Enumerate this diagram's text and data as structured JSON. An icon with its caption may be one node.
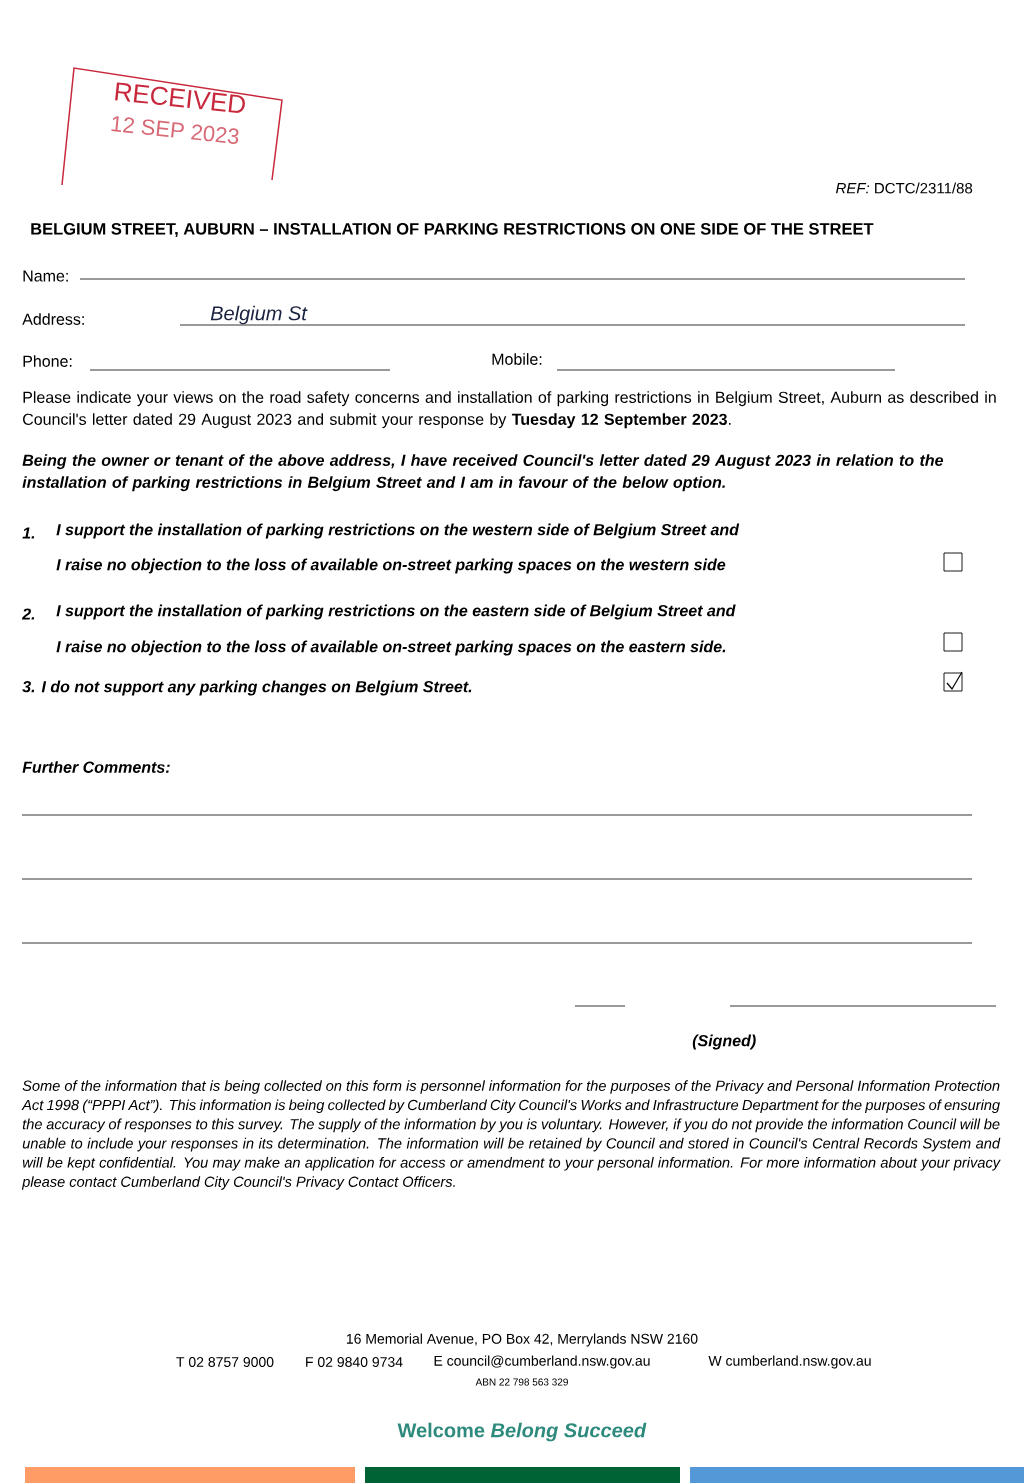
{
  "diagram": {
    "title": "BELGIUM STREET, AUBURN – INSTALLATION OF PARKING RESTRICTIONS ON ONE SIDE OF THE STREET",
    "labels": [
      "RECEIVED",
      "12 SEP 2023",
      "*REF:* DCTC/2311/88",
      "Name:",
      "Address:",
      "Belgium St",
      "Phone:",
      "Mobile:",
      "Please indicate your views on the road safety concerns and installation of parking restrictions in Belgium Street, Auburn as described in Council's letter dated 29 August 2023 and submit your response by **Tuesday 12 September 2023**.",
      "Being the owner or tenant of the above address, I have received Council's letter dated 29 August 2023 in relation to the installation of parking restrictions in Belgium Street and I am in favour of the below option.",
      "1.",
      "I support the installation of parking restrictions on the western side of Belgium Street and",
      "I raise no objection to the loss of available on-street parking spaces on the western side",
      "2.",
      "I support the installation of parking restrictions on the eastern side of Belgium Street and",
      "I raise no objection to the loss of available on-street parking spaces on the eastern side.",
      "3. I do not support any parking changes on Belgium Street.",
      "Further Comments:",
      "(Signed)",
      "Some of the information that is being collected on this form is personnel information for the purposes of the Privacy and Personal Information Protection Act 1998 (“PPPI Act”). This information is being collected by Cumberland City Council's Works and Infrastructure Department for the purposes of ensuring the accuracy of responses to this survey. The supply of the information by you is voluntary. However, if you do not provide the information Council will be unable to include your responses in its determination. The information will be retained by Council and stored in Council's Central Records System and will be kept confidential. You may make an application for access or amendment to your personal information. For more information about your privacy please contact Cumberland City Council's Privacy Contact Officers.",
      "16 Memorial Avenue, PO Box 42, Merrylands NSW 2160",
      "T 02 8757 9000",
      "F 02 9840 9734",
      "E council@cumberland.nsw.gov.au",
      "W cumberland.nsw.gov.au",
      "ABN 22 798 563 329",
      "Welcome *Belong Succeed*"
    ]
  }
}
